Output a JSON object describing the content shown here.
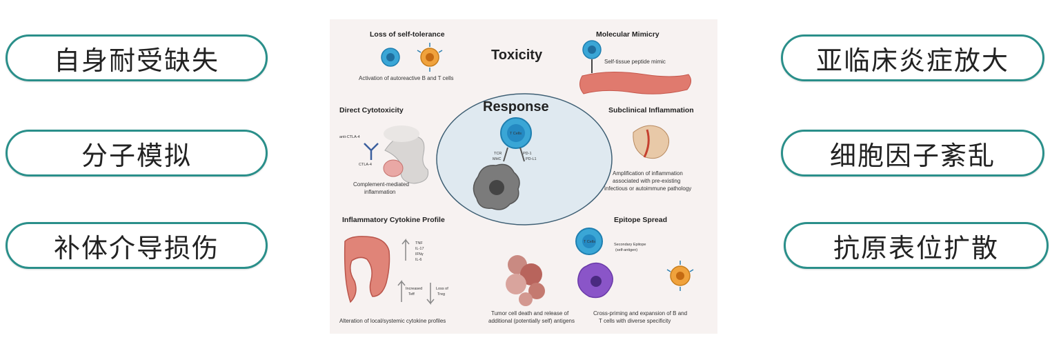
{
  "left_items": [
    "自身耐受缺失",
    "分子模拟",
    "补体介导损伤"
  ],
  "right_items": [
    "亚临床炎症放大",
    "细胞因子紊乱",
    "抗原表位扩散"
  ],
  "diagram": {
    "title": "Toxicity",
    "center": "Response",
    "t_cell_label": "T Cells",
    "labels": {
      "tcr": "TCR",
      "mhc": "MHC",
      "pd1": "PD-1",
      "pdl1": "PD-L1",
      "anti_ctla4": "anti-CTLA-4",
      "ctla4": "CTLA-4",
      "up_cytokines": [
        "TNF",
        "IL-17",
        "IFNγ",
        "IL-6"
      ],
      "increased_teff": [
        "Increased",
        "Teff"
      ],
      "loss_treg": [
        "Loss of",
        "Treg"
      ]
    },
    "sections": {
      "self_tolerance": {
        "title": "Loss of self-tolerance",
        "caption": "Activation of autoreactive B and T cells"
      },
      "mimicry": {
        "title": "Molecular Mimicry",
        "caption": "Self-tissue peptide mimic"
      },
      "direct": {
        "title": "Direct Cytotoxicity",
        "caption": [
          "Complement-mediated",
          "inflammation"
        ]
      },
      "subclinical": {
        "title": "Subclinical Inflammation",
        "caption": [
          "Amplification of inflammation",
          "associated with pre-existing",
          "infectious or autoimmune pathology"
        ]
      },
      "cytokine": {
        "title": "Inflammatory Cytokine Profile",
        "caption": "Alteration of local/systemic cytokine profiles"
      },
      "epitope": {
        "title": "Epitope Spread",
        "caption": [
          "Secondary Epitope",
          "(self-antigen)"
        ]
      },
      "tumor_death": {
        "caption": [
          "Tumor cell death and release of",
          "additional (potentially self) antigens"
        ]
      },
      "cross_priming": {
        "caption": [
          "Cross-priming and expansion of B and",
          "T cells with diverse specificity"
        ]
      }
    }
  },
  "colors": {
    "accent": "#2a8f8a",
    "panel": "#f7f2f1",
    "tcell": "#3aa6d6",
    "bcell": "#f0a23c"
  }
}
